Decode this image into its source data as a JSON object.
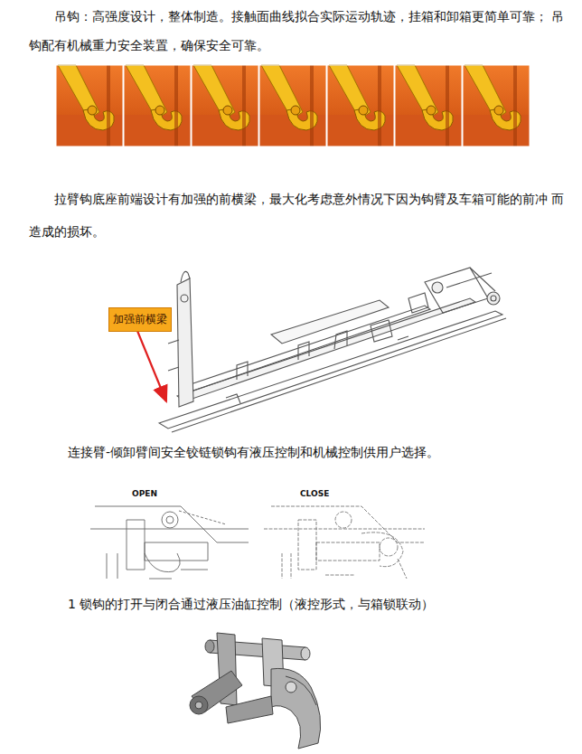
{
  "diagram": {
    "nodes": [
      {
        "text": [
          "加强前横梁"
        ]
      }
    ],
    "labels": [
      "吊钩：高强度设计，整体制造。接触面曲线拟合实际运动轨迹，挂箱和卸箱更简单可靠； 吊钩配有机械重力安全装置，确保安全可靠。",
      "拉臂钩底座前端设计有加强的前横梁，最大化考虑意外情况下因为钩臂及车箱可能的前冲 而造成的损坏。",
      "连接臂-倾卸臂间安全铰链锁钩有液压控制和机械控制供用户选择。",
      "OPEN",
      "CLOSE",
      "1 锁钩的打开与闭合通过液压油缸控制（液控形式，与箱锁联动）"
    ]
  }
}
